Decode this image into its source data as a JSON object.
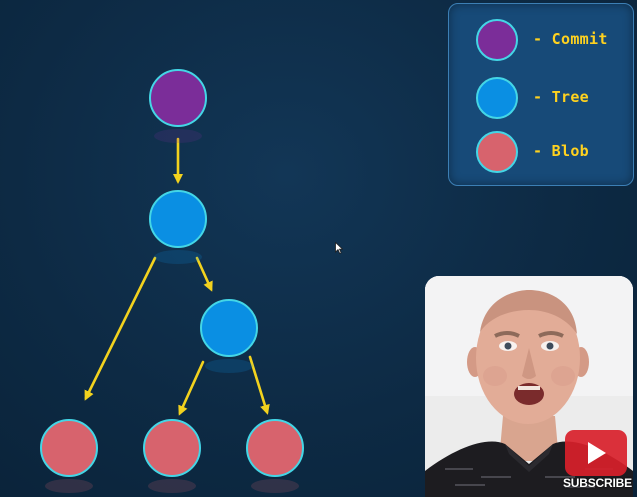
{
  "colors": {
    "background": "#0e2a44",
    "commit": "#7b2d99",
    "tree": "#0a8fe3",
    "blob": "#d7636d",
    "node_stroke": "#44d6e6",
    "arrow": "#f2d21e",
    "legend_text": "#ffd21f",
    "legend_bg": "#174a78"
  },
  "legend": {
    "items": [
      {
        "label": "- Commit",
        "kind": "commit"
      },
      {
        "label": "- Tree",
        "kind": "tree"
      },
      {
        "label": "- Blob",
        "kind": "blob"
      }
    ]
  },
  "diagram": {
    "nodes": [
      {
        "id": "commit",
        "kind": "commit"
      },
      {
        "id": "tree-root",
        "kind": "tree"
      },
      {
        "id": "tree-child",
        "kind": "tree"
      },
      {
        "id": "blob-1",
        "kind": "blob"
      },
      {
        "id": "blob-2",
        "kind": "blob"
      },
      {
        "id": "blob-3",
        "kind": "blob"
      }
    ],
    "edges": [
      {
        "from": "commit",
        "to": "tree-root"
      },
      {
        "from": "tree-root",
        "to": "blob-1"
      },
      {
        "from": "tree-root",
        "to": "tree-child"
      },
      {
        "from": "tree-child",
        "to": "blob-2"
      },
      {
        "from": "tree-child",
        "to": "blob-3"
      }
    ]
  },
  "overlay": {
    "subscribe_label": "SUBSCRIBE",
    "icons": [
      "play-icon",
      "mouse-cursor-icon"
    ]
  }
}
